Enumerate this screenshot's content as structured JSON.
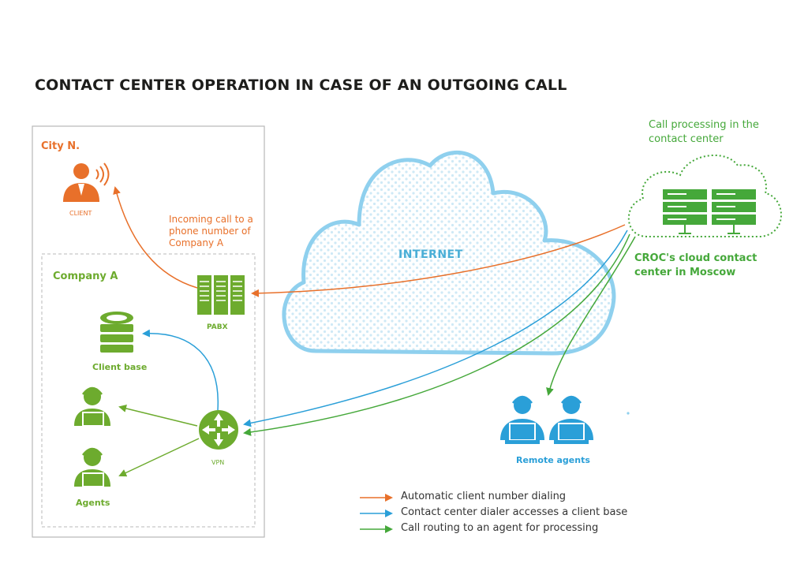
{
  "title": "CONTACT CENTER OPERATION IN CASE OF AN OUTGOING CALL",
  "city": {
    "label": "City N.",
    "client_label": "CLIENT"
  },
  "company": {
    "label": "Company A",
    "pabx_label": "PABX",
    "client_base_label": "Client base",
    "vpn_label": "VPN",
    "agents_label": "Agents"
  },
  "incoming_call_label": "Incoming call to a phone number of Company A",
  "internet_label": "INTERNET",
  "cloud_center": {
    "processing_label": "Call processing in the contact center",
    "name_label": "CROC's cloud contact center in Moscow"
  },
  "remote_agents_label": "Remote agents",
  "legend": [
    {
      "label": "Automatic client number dialing",
      "color": "#e8702a"
    },
    {
      "label": "Contact center dialer accesses a client base",
      "color": "#2a9fd8"
    },
    {
      "label": "Call routing to an agent for processing",
      "color": "#45a83a"
    }
  ],
  "colors": {
    "orange": "#e8702a",
    "green": "#6dab2e",
    "blue": "#2a9fd8",
    "cloud_outline": "#8fd0ee",
    "dark_green": "#45a83a"
  }
}
